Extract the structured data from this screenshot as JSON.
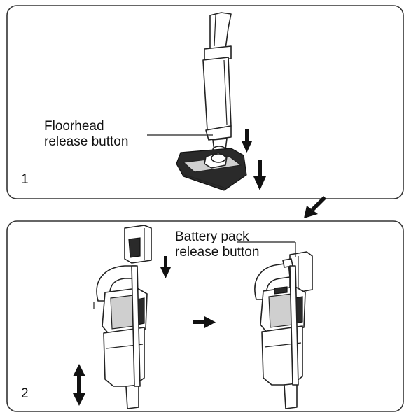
{
  "panel1": {
    "step_number": "1",
    "callout_line1": "Floorhead",
    "callout_line2": "release button"
  },
  "panel2": {
    "step_number": "2",
    "callout_line1": "Battery pack",
    "callout_line2": "release button"
  },
  "icons": {
    "panel1_arrows": [
      "arrow-down-icon",
      "arrow-down-icon"
    ],
    "transition_arrow": "arrow-down-left-icon",
    "panel2_arrows": [
      "arrow-down-icon",
      "arrow-right-icon",
      "arrow-up-down-icon"
    ]
  }
}
